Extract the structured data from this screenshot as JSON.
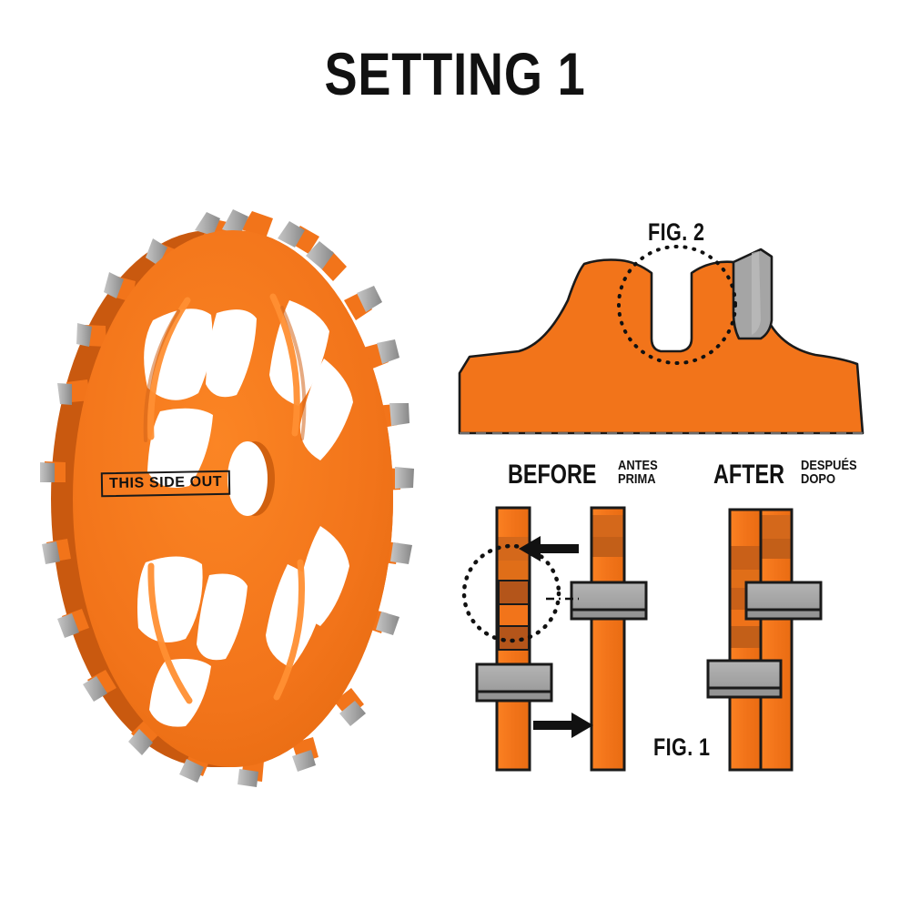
{
  "page": {
    "title": "SETTING 1",
    "background_color": "#ffffff"
  },
  "colors": {
    "orange": "#F2741A",
    "orange_light": "#FB8122",
    "orange_dark": "#D2641A",
    "orange_shadow": "#C9590F",
    "gray_tooth": "#A5A5A5",
    "gray_tooth_light": "#BFBFBF",
    "gray_tooth_dark": "#8C8C8C",
    "outline": "#1a1a1a",
    "text": "#111111"
  },
  "blade": {
    "label": "THIS SIDE OUT",
    "description_name": "saw-blade-3d-render",
    "tooth_count": 22,
    "hub_hole": "elliptical-center-bore"
  },
  "fig2": {
    "label": "FIG. 2",
    "callout": "dotted-circle-detail",
    "carbide_tooth": "gray-carbide-tip"
  },
  "fig1": {
    "label": "FIG. 1",
    "before": {
      "main": "BEFORE",
      "sub_line1": "ANTES",
      "sub_line2": "PRIMA"
    },
    "after": {
      "main": "AFTER",
      "sub_line1": "DESPUÉS",
      "sub_line2": "DOPO"
    },
    "arrows": [
      {
        "name": "arrow-left",
        "direction": "left"
      },
      {
        "name": "arrow-right",
        "direction": "right"
      }
    ],
    "callout": "dotted-circle-detail",
    "leader": "dash-dot-leader-line"
  }
}
